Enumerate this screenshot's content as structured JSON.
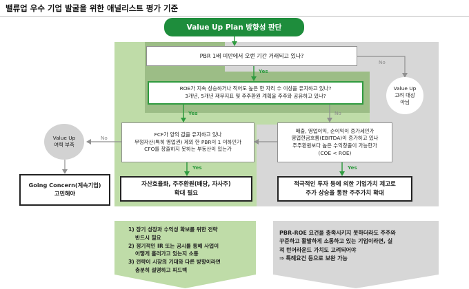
{
  "title": "밸류업 우수 기업 발굴을 위한 애널리스트 평가 기준",
  "top_pill": "Value Up Plan 방향성 판단",
  "q1": "PBR 1배 미만에서 오랜 기간 거래되고 있나?",
  "q2": [
    "ROE가 지속 상승하거나 적어도 높은 한 자리 수 이상을 유지하고 있나?",
    "3개년, 5개년 재무지표 및 주주환원 계획을 주주와 공유하고 있나?"
  ],
  "q3": [
    "FCF가 양의 값을 유지하고 있나",
    "무형자산(특히 영업권) 제외 한 PBR이 1 이하인가",
    "CFO를 창출하지 못하는 부동산이 있는가"
  ],
  "q4": [
    "매출, 영업이익, 순이익이 증가세인가",
    "영업현금흐름(EBITDA)이 증가하고 있나",
    "주주환원보다 높은 수익창출이 가능한가",
    "(COE < ROE)"
  ],
  "circle_right": [
    "Value Up",
    "고려 대상",
    "아님"
  ],
  "circle_left": [
    "Value Up",
    "여력 부족"
  ],
  "going_concern": [
    "Going Concern(계속기업)",
    "고민해야"
  ],
  "result_left": [
    "자산효율화, 주주환원(배당, 자사주)",
    "확대 필요"
  ],
  "result_right": [
    "적극적인 투자 등에 의한 기업가치 제고로",
    "주가 상승을 통한 주주가치 확대"
  ],
  "labels": {
    "yes": "Yes",
    "no": "No"
  },
  "bottom_left": [
    {
      "num": "1)",
      "lines": [
        "장기 성장과 수익성 확보를 위한 전략",
        "반드시 필요"
      ]
    },
    {
      "num": "2)",
      "lines": [
        "정기적인 IR 또는 공시를 통해 사업이",
        "어떻게 흘러가고 있는지 소통"
      ]
    },
    {
      "num": "3)",
      "lines": [
        "전략이 시장의 기대와 다른 방향이라면",
        "충분히 설명하고 피드백"
      ]
    }
  ],
  "bottom_right": [
    "PBR-ROE 요건을 충족시키지 못하더라도 주주와",
    "꾸준하고 활발하게 소통하고 있는 기업이라면, 실",
    "적 턴어라운드 가치도 고려되어야",
    "⇒ 특례요건 등으로 보완 가능"
  ],
  "colors": {
    "green_dark": "#1e8d3c",
    "green_border": "#2f9a3f",
    "green_bg": "#bfdca8",
    "gray_bg": "#d7d7d7"
  }
}
